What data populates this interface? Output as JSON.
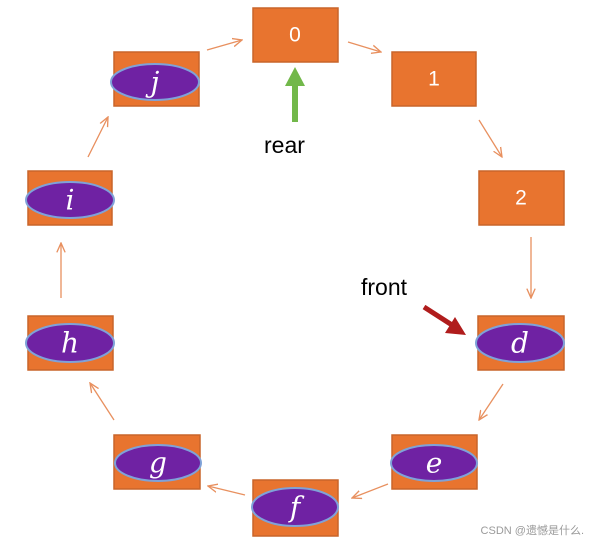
{
  "nodes": [
    {
      "index": "0",
      "value": ""
    },
    {
      "index": "1",
      "value": ""
    },
    {
      "index": "2",
      "value": ""
    },
    {
      "index": "",
      "value": "d"
    },
    {
      "index": "",
      "value": "e"
    },
    {
      "index": "",
      "value": "f"
    },
    {
      "index": "",
      "value": "g"
    },
    {
      "index": "",
      "value": "h"
    },
    {
      "index": "",
      "value": "i"
    },
    {
      "index": "",
      "value": "j"
    }
  ],
  "pointers": {
    "rear": {
      "label": "rear",
      "color": "#72b84a"
    },
    "front": {
      "label": "front",
      "color": "#b01c1c"
    }
  },
  "colors": {
    "node_fill": "#e8742f",
    "oval_fill": "#6f22a3",
    "arrow": "#e8905f"
  },
  "watermark": "CSDN @遗憾是什么."
}
